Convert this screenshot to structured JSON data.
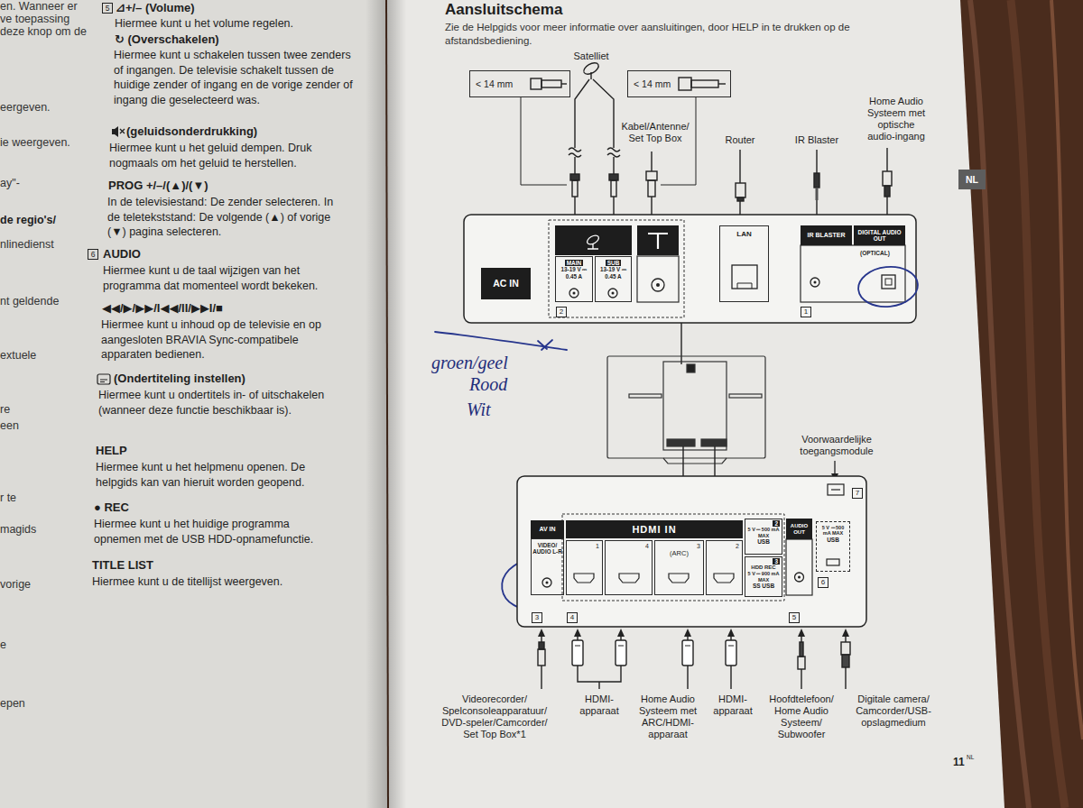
{
  "diagram": {
    "title": "Aansluitschema",
    "nodes": [
      {
        "text": [
          "< 14 mm"
        ]
      },
      {
        "text": [
          "< 14 mm"
        ]
      },
      {
        "text": [
          "AC IN"
        ]
      },
      {
        "text": [
          "MAIN",
          "13-19 V ⎓ 0.45 A"
        ]
      },
      {
        "text": [
          "SUB",
          "13-19 V ⎓ 0.45 A"
        ]
      },
      {
        "text": [
          "LAN"
        ]
      },
      {
        "text": [
          "IR BLASTER"
        ]
      },
      {
        "text": [
          "DIGITAL AUDIO OUT"
        ]
      },
      {
        "text": [
          "AV IN"
        ]
      },
      {
        "text": [
          "VIDEO/ AUDIO L-R"
        ]
      },
      {
        "text": [
          "HDMI IN"
        ]
      },
      {
        "text": [
          "1"
        ]
      },
      {
        "text": [
          "4"
        ]
      },
      {
        "text": [
          "3",
          "(ARC)"
        ]
      },
      {
        "text": [
          "2"
        ]
      },
      {
        "text": [
          "2",
          "5 V ⎓ 500 mA MAX",
          "USB"
        ]
      },
      {
        "text": [
          "3",
          "HDD REC",
          "5 V ⎓ 900 mA MAX",
          "SS USB"
        ]
      },
      {
        "text": [
          "AUDIO OUT"
        ]
      },
      {
        "text": [
          "5 V ⎓ 500 mA MAX",
          "USB"
        ]
      }
    ],
    "labels": [
      "en. Wanneer er",
      "ve toepassing",
      "deze knop om de",
      "eergeven.",
      "ie weergeven.",
      "ay\"-",
      "de regio's/",
      "nlinedienst",
      "nt geldende",
      "extuele",
      "re",
      "een",
      "r te",
      "magids",
      "vorige",
      "e",
      "epen",
      "5",
      "⊿+/– (Volume)",
      "Hiermee kunt u het volume regelen.",
      "↻ (Overschakelen)",
      "Hiermee kunt u schakelen tussen twee zenders of ingangen. De televisie schakelt tussen de huidige zender of ingang en de vorige zender of ingang die geselecteerd was.",
      "(geluidsonderdrukking)",
      "Hiermee kunt u het geluid dempen. Druk nogmaals om het geluid te herstellen.",
      "PROG +/–/(▲)/(▼)",
      "In de televisiestand: De zender selecteren. In de teletekststand: De volgende (▲) of vorige (▼) pagina selecteren.",
      "6",
      "AUDIO",
      "Hiermee kunt u de taal wijzigen van het programma dat momenteel wordt bekeken.",
      "◀◀/▶/▶▶/I◀◀/II/▶▶I/■",
      "Hiermee kunt u inhoud op de televisie en op aangesloten BRAVIA Sync-compatibele apparaten bedienen.",
      "(Ondertiteling instellen)",
      "Hiermee kunt u ondertitels in- of uitschakelen (wanneer deze functie beschikbaar is).",
      "HELP",
      "Hiermee kunt u het helpmenu openen. De helpgids kan van hieruit worden geopend.",
      "● REC",
      "Hiermee kunt u het huidige programma opnemen met de USB HDD-opnamefunctie.",
      "TITLE LIST",
      "Hiermee kunt u de titellijst weergeven.",
      "Zie de Helpgids voor meer informatie over aansluitingen, door HELP in te drukken op de afstandsbediening.",
      "Satelliet",
      "Kabel/Antenne/ Set Top Box",
      "Router",
      "IR Blaster",
      "Home Audio Systeem met optische audio-ingang",
      "NL",
      "2",
      "1",
      "groen/geel",
      "Rood",
      "Wit",
      "Voorwaardelijke toegangsmodule",
      "7",
      "3",
      "4",
      "5",
      "6",
      "Videorecorder/ Spelconsoleapparatuur/ DVD-speler/Camcorder/ Set Top Box*1",
      "HDMI-apparaat",
      "Home Audio Systeem met ARC/HDMI-apparaat",
      "HDMI-apparaat",
      "Hoofdtelefoon/ Home Audio Systeem/ Subwoofer",
      "Digitale camera/ Camcorder/USB-opslagmedium",
      "11",
      "NL",
      "(OPTICAL)"
    ]
  }
}
